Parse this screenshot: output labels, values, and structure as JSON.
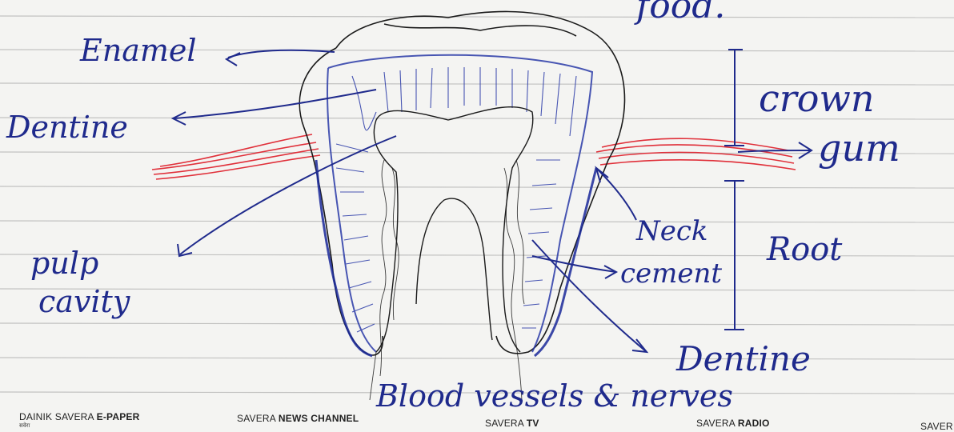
{
  "diagram": {
    "top_text": "food.",
    "labels": {
      "enamel": "Enamel",
      "dentine_left": "Dentine",
      "pulp_cavity_line1": "pulp",
      "pulp_cavity_line2": "cavity",
      "crown": "crown",
      "gum": "gum",
      "neck": "Neck",
      "root": "Root",
      "cement": "cement",
      "dentine_bottom": "Dentine",
      "blood_vessels": "Blood vessels & nerves"
    },
    "colors": {
      "ink": "#1f2a8c",
      "gum": "#e0303a",
      "pencil": "#1a1a1a"
    }
  },
  "footer": {
    "epaper_prefix": "DAINIK SAVERA",
    "epaper_suffix": "E-PAPER",
    "epaper_sub": "सवेरा",
    "news_channel_prefix": "SAVERA",
    "news_channel_suffix": "NEWS CHANNEL",
    "tv_prefix": "SAVERA",
    "tv_suffix": "TV",
    "radio_prefix": "SAVERA",
    "radio_suffix": "RADIO",
    "cutoff": "SAVER"
  }
}
